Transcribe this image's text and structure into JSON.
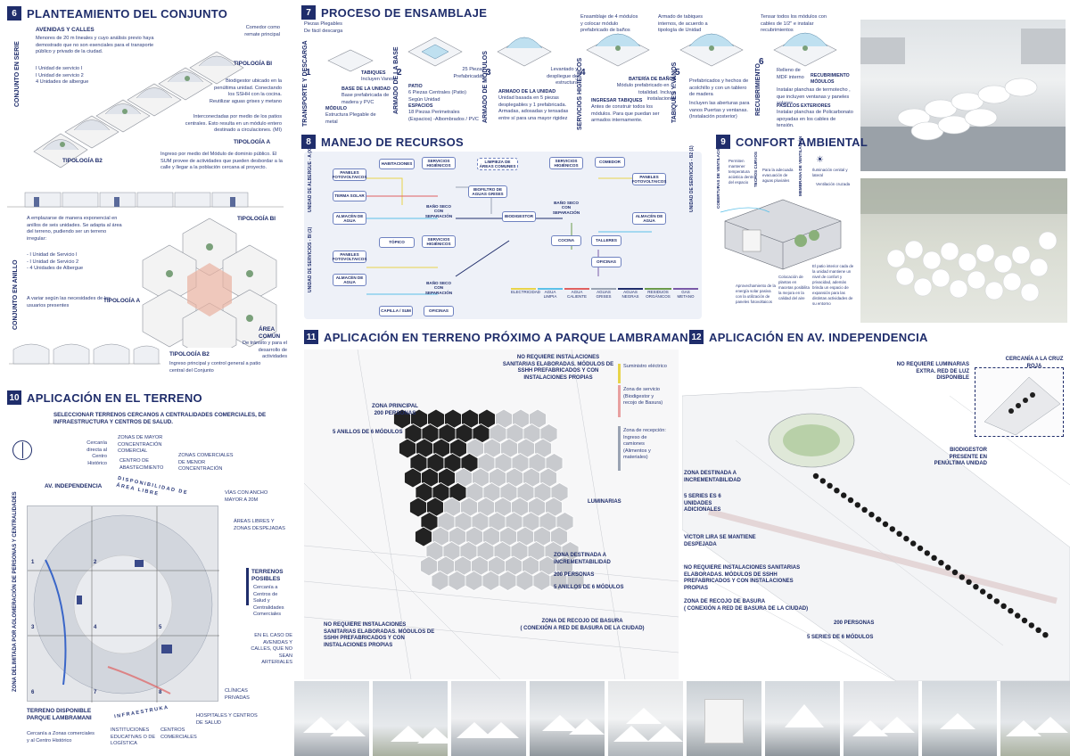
{
  "colors": {
    "primary": "#1f2d6b",
    "yellow": "#e8d44a",
    "red": "#e06060",
    "blue": "#5a7ad0",
    "grey": "#9aa3b3"
  },
  "s6": {
    "num": "6",
    "title": "PLANTEAMIENTO DEL CONJUNTO",
    "side_serie": "CONJUNTO EN SERIE",
    "avenidas_title": "AVENIDAS Y CALLES",
    "avenidas_text": "Menores de 20 m lineales y cuyo análisis previo haya demostrado que no son esenciales para el transporte público y privado de la ciudad.",
    "units_list": "I Unidad de servicio I\nI Unidad de servicio 2\n4 Unidades de albergue",
    "comedor": "Comedor como remate principal",
    "tipologia_b1": "TIPOLOGÍA BI",
    "biodigestor": "Biodigestor ubicado en la penúltima unidad. Conectando los SSHH con la cocina. Reutilizar aguas grises y metano",
    "interconectadas": "Interconectadas por medio de los patios centrales. Esto resulta en un módulo entero destinado a circulaciones. (MI)",
    "tipologia_a": "TIPOLOGÍA A",
    "tipologia_b2": "TIPOLOGÍA B2",
    "ingreso": "Ingreso por medio del Módulo de dominio público. El SUM provee de actividades que pueden desbordar a la calle y llegar a la población cercana al proyecto.",
    "side_anillo": "CONJUNTO EN ANILLO",
    "anillo_text": "A emplazarse de manera exponencial en anillos de seis unidades. Se adapta al área del terreno, pudiendo ser un terreno irregular:",
    "anillo_list": "- I Unidad de Servicio I\n- I Unidad de Servicio 2\n- 4 Unidades de Albergue",
    "variar": "A variar según las necesidades de los usuarios presentes",
    "tip_b1_ring": "TIPOLOGÍA BI",
    "tip_a_ring": "TIPOLOGÍA A",
    "area_comun": "ÁREA COMÚN",
    "area_comun_text": "De tránsito y para el desarrollo de actividades",
    "tip_b2_ring": "TIPOLOGÍA B2",
    "b2_ring_text": "Ingreso principal y control general a patio central del Conjunto"
  },
  "s7": {
    "num": "7",
    "title": "PROCESO DE ENSAMBLAJE",
    "steps": [
      {
        "n": "1",
        "label": "TRANSPORTE Y DESCARGA",
        "top": "Piezas Plegables\nDe fácil descarga",
        "tabiques": "TABIQUES",
        "tab_text": "Incluyen Vanos",
        "base": "BASE DE LA UNIDAD",
        "base_text": "Base prefabricada de madera y PVC",
        "modulo": "MÓDULO",
        "modulo_text": "Estructura Plegable de metal"
      },
      {
        "n": "2",
        "label": "ARMADO DE LA BASE",
        "top": "25 Piezas Prefabricadas",
        "patio": "PATIO",
        "patio_text": "6 Piezas Centrales (Patio) Según Unidad",
        "espacios": "ESPACIOS",
        "espacios_text": "18 Piezas Perimetrales (Espacios) -Albombrados / PVC"
      },
      {
        "n": "3",
        "label": "ARMADO DE MÓDULOS",
        "top": "Levantado y despliegue de estructura",
        "armado": "ARMADO DE LA UNIDAD",
        "armado_text": "Unidad basada en 5 piezas desplegables y 1 prefabricada. Armadas, adosadas y tensadas entre sí para una mayor rigidez"
      },
      {
        "n": "4",
        "label": "SERVICIOS HIGIÉNICOS",
        "top": "Ensamblaje de 4 módulos y colocar módulo prefabricado de baños",
        "bateria": "BATERÍA DE BAÑOS",
        "bateria_text": "Módulo prefabricado en su totalidad. Incluye instalaciones",
        "ingresar": "INGRESAR TABIQUES",
        "ingresar_text": "Antes de construir todos los módulos. Para que puedan ser armados internamente."
      },
      {
        "n": "5",
        "label": "TABIQUES Y VANOS",
        "top": "Armado de tabiques internos, de acuerdo a tipología de Unidad",
        "tab_text": "Prefabricados y hechos de acolchillo y con un tablero de madera",
        "vanos_text": "Incluyen las aberturas para vanos Puertas y ventanas. (Instalación posterior)"
      },
      {
        "n": "6",
        "label": "RECUBRIMIENTO",
        "top": "Tensar todos los módulos con cables de 1/2\" e instalar recubrimientos",
        "relleno": "Relleno de MDF interno",
        "rec_mod": "RECUBRIMIENTO MÓDULOS",
        "rec_text": "Instalar planchas de termotecho , que incluyen ventanas y paneles solares",
        "pasillos": "PASILLOS EXTERIORES",
        "pasillos_text": "Instalar planchas de Policarbonato apoyadas en los cables de tensión."
      }
    ]
  },
  "s8": {
    "num": "8",
    "title": "MANEJO DE RECURSOS",
    "side_top": "UNIDAD DE ALBERGUE - A (X4)",
    "side_bottom": "UNIDAD DE SERVICIOS - BI (1)",
    "side_right": "UNIDAD DE SERVICIOS - B2 (1)",
    "boxes": {
      "paneles1": "PANELES FOTOVOLTAICOS",
      "terma": "TERMA SOLAR",
      "almacen1": "ALMACÉN DE AGUA",
      "habitaciones": "HABITACIONES",
      "ss1": "SERVICIOS HIGIÉNICOS",
      "banio1": "BAÑO SECO CON SEPARACIÓN",
      "limpieza": "LIMPIEZA DE ÁREAS COMUNES",
      "bio_grises": "BIOFILTRO DE AGUAS GRISES",
      "biodigestor": "BIODIGESTOR",
      "ss2": "SERVICIOS HIGIÉNICOS",
      "banio2": "BAÑO SECO CON SEPARACIÓN",
      "cocina": "COCINA",
      "comedor": "COMEDOR",
      "paneles2": "PANELES FOTOVOLTAICOS",
      "almacen2": "ALMACÉN DE AGUA",
      "talleres": "TALLERES",
      "oficinas1": "OFICINAS",
      "topico": "TÓPICO",
      "ss3": "SERVICIOS HIGIÉNICOS",
      "paneles3": "PANELES FOTOVOLTAICOS",
      "almacen3": "ALMACÉN DE AGUA",
      "banio3": "BAÑO SECO CON SEPARACIÓN",
      "capilla": "CAPILLA / SUM",
      "oficinas2": "OFICINAS"
    },
    "legend": [
      {
        "label": "ELECTRICIDAD",
        "color": "#e8d44a"
      },
      {
        "label": "AGUA LIMPIA",
        "color": "#5bc0e8"
      },
      {
        "label": "AGUA CALIENTE",
        "color": "#e06060"
      },
      {
        "label": "AGUAS GRISES",
        "color": "#9aa3b3"
      },
      {
        "label": "AGUAS NEGRAS",
        "color": "#1f2d6b"
      },
      {
        "label": "RESIDUOS ORGÁNICOS",
        "color": "#6a9a4a"
      },
      {
        "label": "GAS METANO",
        "color": "#7a5aa8"
      }
    ]
  },
  "s9": {
    "num": "9",
    "title": "CONFORT AMBIENTAL",
    "cubiertas": "COBERTURAS DE VENTILACIÓN",
    "techos": "TECHOS CURVOS",
    "membrana": "MEMBRANA DE VENTILACIÓN",
    "permiten": "Permiten mantener temperatura acústica dentro del espacio",
    "para": "Para la adecuada evacuación de aguas pluviales",
    "iluminacion": "Iluminación cenital y lateral",
    "ventilacion": "Ventilación cruzada",
    "aprovechamiento": "Aprovechamiento de la energía solar pasiva con la utilización de paneles fotovoltaicos",
    "colocacion": "Colocación de plantas en macetas posibilita la mejora en la calidad del aire",
    "patio": "El patio interior cada de la unidad mantiene un nivel de confort y privacidad, además brinda un espacio de expansión para las distintas actividades de su entorno"
  },
  "s10": {
    "num": "10",
    "title": "APLICACIÓN EN EL TERRENO",
    "subtitle": "SELECCIONAR TERRENOS CERCANOS A CENTRALIDADES COMERCIALES, DE INFRAESTRUCTURA Y CENTROS DE SALUD.",
    "cercania": "Cercanía directa al Centro Histórico",
    "zonas_mayor": "ZONAS DE MAYOR CONCENTRACIÓN COMERCIAL",
    "centro_abast": "CENTRO DE ABASTECIMIENTO",
    "zonas_menor": "ZONAS COMERCIALES DE MENOR CONCENTRACIÓN",
    "av_independencia": "AV. INDEPENDENCIA",
    "disponibilidad": "DISPONIBILIDAD DE ÁREA LIBRE",
    "vias": "VÍAS CON ANCHO MAYOR A 20M",
    "areas_libres": "ÁREAS LIBRES Y ZONAS DESPEJADAS",
    "terrenos": "TERRENOS POSIBLES",
    "terrenos_text": "Cercanía a Centros de Salud y Centralidades Comerciales",
    "avenidas": "EN EL CASO DE AVENIDAS Y CALLES, QUE NO SEAN ARTERIALES",
    "zona_delimitada": "ZONA DELIMITADA POR AGLOMERACIÓN DE PERSONAS Y CENTRALIDADES",
    "terreno_parque": "TERRENO DISPONIBLE PARQUE LAMBRAMANI",
    "cercania_zonas": "Cercanía a Zonas comerciales y al Centro Histórico",
    "infraestructura": "INFRAESTRUKA",
    "clinicas": "CLÍNICAS PRIVADAS",
    "hospitales": "HOSPITALES Y CENTROS DE SALUD",
    "instituciones": "INSTITUCIONES EDUCATIVAS O DE LOGÍSTICA",
    "centros_com": "CENTROS COMERCIALES",
    "grid": [
      "1",
      "2",
      "3",
      "4",
      "5",
      "6",
      "7",
      "8"
    ]
  },
  "s11": {
    "num": "11",
    "title": "APLICACIÓN EN TERRENO PRÓXIMO A  PARQUE LAMBRAMANI",
    "no_requiere": "NO REQUIERE INSTALACIONES SANITARIAS ELABORADAS. MÓDULOS DE SSHH PREFABRICADOS Y CON INSTALACIONES PROPIAS",
    "zona_principal": "ZONA PRINCIPAL\n200 PERSONAS",
    "anillos": "5 ANILLOS DE 6 MÓDULOS",
    "luminarias": "LUMINARIAS",
    "zona_incremental": "ZONA DESTINADA A INCREMENTABILIDAD",
    "personas": "200 PERSONAS",
    "anillos2": "5 ANILLOS DE 6 MÓDULOS",
    "recojo": "ZONA DE RECOJO DE BASURA\n( CONEXIÓN A RED DE BASURA DE LA CIUDAD)",
    "no_requiere2": "NO REQUIERE INSTALACIONES SANITARIAS ELABORADAS. MÓDULOS DE SSHH PREFABRICADOS Y CON INSTALACIONES PROPIAS",
    "legend": [
      {
        "label": "Suministro eléctrico",
        "color": "#e8d44a"
      },
      {
        "label": "Zona de servicio (Biodigestor y recojo de Basura)",
        "color": "#e8a0a0"
      },
      {
        "label": "Zona de recepción: Ingreso de camiones (Alimentos y materiales)",
        "color": "#9aa3b3"
      }
    ]
  },
  "s12": {
    "num": "12",
    "title": "APLICACIÓN EN AV. INDEPENDENCIA",
    "no_requiere_lum": "NO REQUIERE LUMINARIAS EXTRA. RED DE LUZ DISPONIBLE",
    "cercania_cruz": "CERCANÍA A LA CRUZ ROJA",
    "zona_incremental": "ZONA DESTINADA A INCREMENTABILIDAD",
    "biodigestor": "BIODIGESTOR PRESENTE EN PENÚLTIMA UNIDAD",
    "series": "5 SERIES ES 6 UNIDADES ADICIONALES",
    "victor": "VICTOR LIRA SE MANTIENE DESPEJADA",
    "no_requiere": "NO REQUIERE INSTALACIONES SANITARIAS ELABORADAS. MÓDULOS DE SSHH PREFABRICADOS Y CON INSTALACIONES PROPIAS",
    "recojo": "ZONA DE RECOJO DE BASURA\n( CONEXIÓN A RED DE BASURA DE LA CIUDAD)",
    "personas": "200 PERSONAS",
    "series2": "5 SERIES DE 6 MÓDULOS"
  }
}
